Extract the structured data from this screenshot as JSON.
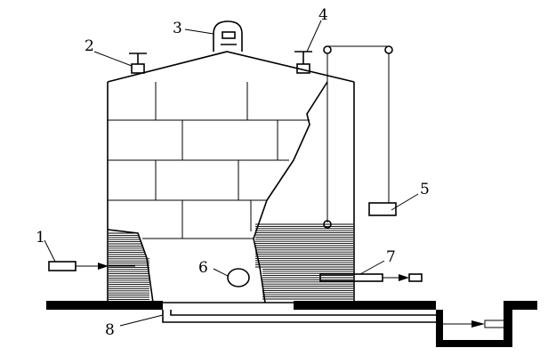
{
  "diagram": {
    "labels": [
      {
        "id": "1",
        "text": "1"
      },
      {
        "id": "2",
        "text": "2"
      },
      {
        "id": "3",
        "text": "3"
      },
      {
        "id": "4",
        "text": "4"
      },
      {
        "id": "5",
        "text": "5"
      },
      {
        "id": "6",
        "text": "6"
      },
      {
        "id": "7",
        "text": "7"
      },
      {
        "id": "8",
        "text": "8"
      }
    ],
    "colors": {
      "ink": "#000000",
      "paper": "#ffffff"
    }
  }
}
